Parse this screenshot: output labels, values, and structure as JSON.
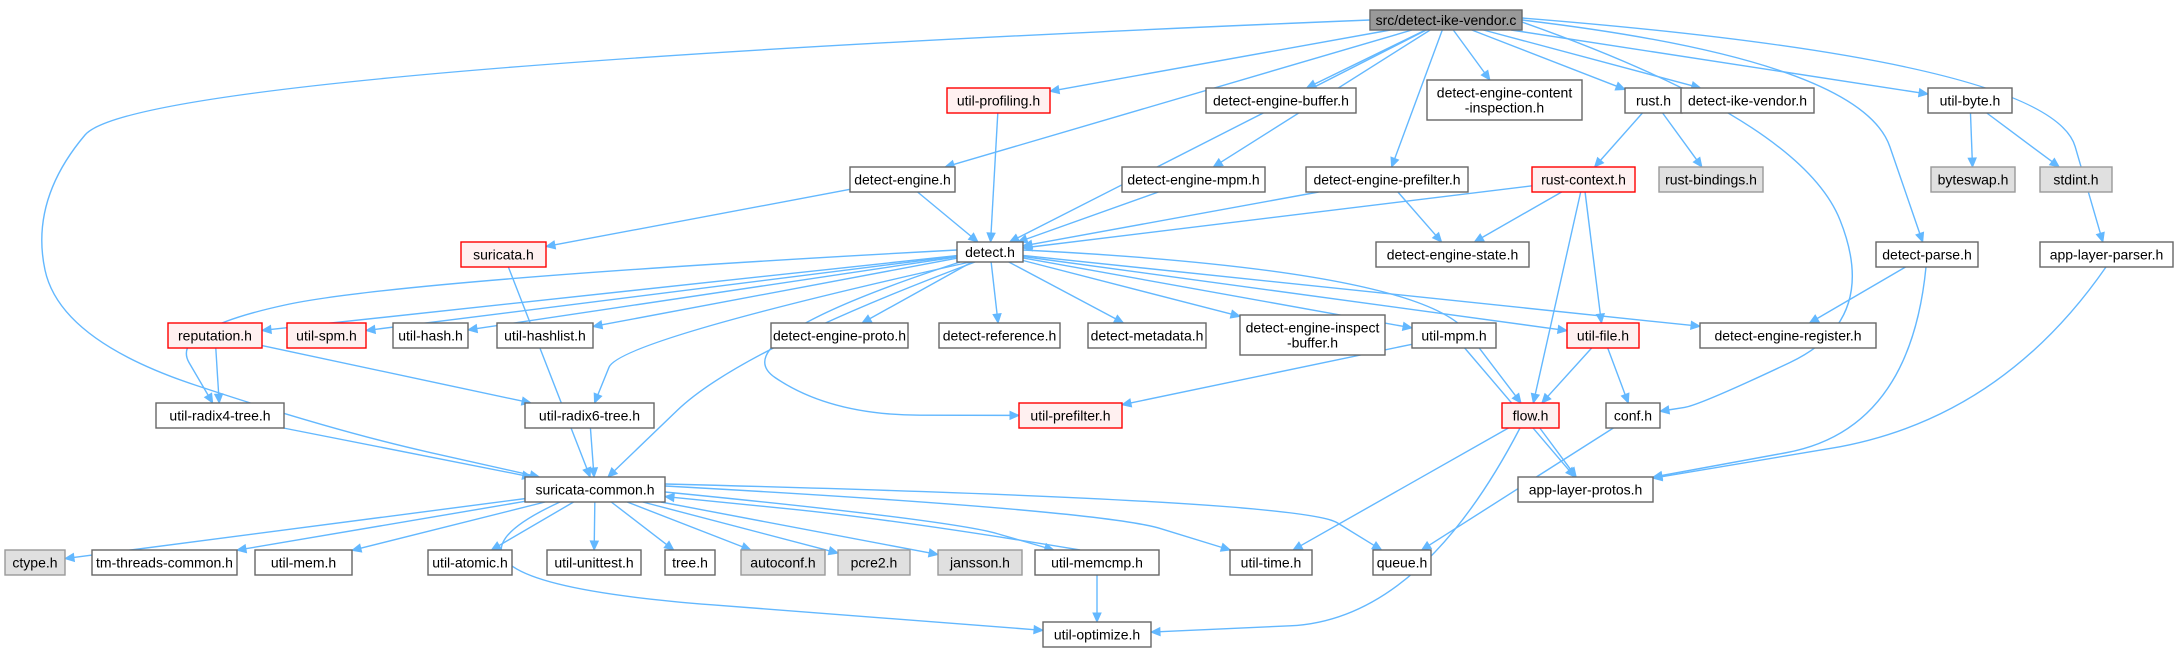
{
  "diagram": {
    "colors": {
      "edge": "#63b8ff",
      "root_fill": "#999999",
      "root_stroke": "#666666",
      "normal_fill": "#ffffff",
      "normal_stroke": "#666666",
      "truncated_fill": "#fff0f0",
      "truncated_stroke": "#ff0000",
      "system_fill": "#e0e0e0",
      "system_stroke": "#999999"
    },
    "nodes": [
      {
        "id": "root",
        "lines": [
          "src/detect-ike-vendor.c"
        ],
        "kind": "root"
      },
      {
        "id": "util_profiling",
        "lines": [
          "util-profiling.h"
        ],
        "kind": "truncated"
      },
      {
        "id": "detect_engine_buffer",
        "lines": [
          "detect-engine-buffer.h"
        ],
        "kind": "normal"
      },
      {
        "id": "detect_engine_content",
        "lines": [
          "detect-engine-content",
          "-inspection.h"
        ],
        "kind": "normal"
      },
      {
        "id": "rust",
        "lines": [
          "rust.h"
        ],
        "kind": "normal"
      },
      {
        "id": "detect_ike_vendor",
        "lines": [
          "detect-ike-vendor.h"
        ],
        "kind": "normal"
      },
      {
        "id": "util_byte",
        "lines": [
          "util-byte.h"
        ],
        "kind": "normal"
      },
      {
        "id": "detect_engine",
        "lines": [
          "detect-engine.h"
        ],
        "kind": "normal"
      },
      {
        "id": "detect_engine_mpm",
        "lines": [
          "detect-engine-mpm.h"
        ],
        "kind": "normal"
      },
      {
        "id": "detect_engine_prefilter",
        "lines": [
          "detect-engine-prefilter.h"
        ],
        "kind": "normal"
      },
      {
        "id": "rust_context",
        "lines": [
          "rust-context.h"
        ],
        "kind": "truncated"
      },
      {
        "id": "rust_bindings",
        "lines": [
          "rust-bindings.h"
        ],
        "kind": "system"
      },
      {
        "id": "byteswap",
        "lines": [
          "byteswap.h"
        ],
        "kind": "system"
      },
      {
        "id": "stdint",
        "lines": [
          "stdint.h"
        ],
        "kind": "system"
      },
      {
        "id": "suricata",
        "lines": [
          "suricata.h"
        ],
        "kind": "truncated"
      },
      {
        "id": "detect",
        "lines": [
          "detect.h"
        ],
        "kind": "normal"
      },
      {
        "id": "detect_engine_state",
        "lines": [
          "detect-engine-state.h"
        ],
        "kind": "normal"
      },
      {
        "id": "detect_parse",
        "lines": [
          "detect-parse.h"
        ],
        "kind": "normal"
      },
      {
        "id": "app_layer_parser",
        "lines": [
          "app-layer-parser.h"
        ],
        "kind": "normal"
      },
      {
        "id": "reputation",
        "lines": [
          "reputation.h"
        ],
        "kind": "truncated"
      },
      {
        "id": "util_spm",
        "lines": [
          "util-spm.h"
        ],
        "kind": "truncated"
      },
      {
        "id": "util_hash",
        "lines": [
          "util-hash.h"
        ],
        "kind": "normal"
      },
      {
        "id": "util_hashlist",
        "lines": [
          "util-hashlist.h"
        ],
        "kind": "normal"
      },
      {
        "id": "detect_engine_proto",
        "lines": [
          "detect-engine-proto.h"
        ],
        "kind": "normal"
      },
      {
        "id": "detect_reference",
        "lines": [
          "detect-reference.h"
        ],
        "kind": "normal"
      },
      {
        "id": "detect_metadata",
        "lines": [
          "detect-metadata.h"
        ],
        "kind": "normal"
      },
      {
        "id": "detect_engine_inspect_buffer",
        "lines": [
          "detect-engine-inspect",
          "-buffer.h"
        ],
        "kind": "normal"
      },
      {
        "id": "util_mpm",
        "lines": [
          "util-mpm.h"
        ],
        "kind": "normal"
      },
      {
        "id": "util_file",
        "lines": [
          "util-file.h"
        ],
        "kind": "truncated"
      },
      {
        "id": "detect_engine_register",
        "lines": [
          "detect-engine-register.h"
        ],
        "kind": "normal"
      },
      {
        "id": "util_radix4_tree",
        "lines": [
          "util-radix4-tree.h"
        ],
        "kind": "normal"
      },
      {
        "id": "util_radix6_tree",
        "lines": [
          "util-radix6-tree.h"
        ],
        "kind": "normal"
      },
      {
        "id": "util_prefilter",
        "lines": [
          "util-prefilter.h"
        ],
        "kind": "truncated"
      },
      {
        "id": "flow",
        "lines": [
          "flow.h"
        ],
        "kind": "truncated"
      },
      {
        "id": "conf",
        "lines": [
          "conf.h"
        ],
        "kind": "normal"
      },
      {
        "id": "suricata_common",
        "lines": [
          "suricata-common.h"
        ],
        "kind": "normal"
      },
      {
        "id": "app_layer_protos",
        "lines": [
          "app-layer-protos.h"
        ],
        "kind": "normal"
      },
      {
        "id": "ctype",
        "lines": [
          "ctype.h"
        ],
        "kind": "system"
      },
      {
        "id": "tm_threads_common",
        "lines": [
          "tm-threads-common.h"
        ],
        "kind": "normal"
      },
      {
        "id": "util_mem",
        "lines": [
          "util-mem.h"
        ],
        "kind": "normal"
      },
      {
        "id": "util_atomic",
        "lines": [
          "util-atomic.h"
        ],
        "kind": "normal"
      },
      {
        "id": "util_unittest",
        "lines": [
          "util-unittest.h"
        ],
        "kind": "normal"
      },
      {
        "id": "tree",
        "lines": [
          "tree.h"
        ],
        "kind": "normal"
      },
      {
        "id": "autoconf",
        "lines": [
          "autoconf.h"
        ],
        "kind": "system"
      },
      {
        "id": "pcre2",
        "lines": [
          "pcre2.h"
        ],
        "kind": "system"
      },
      {
        "id": "jansson",
        "lines": [
          "jansson.h"
        ],
        "kind": "system"
      },
      {
        "id": "util_memcmp",
        "lines": [
          "util-memcmp.h"
        ],
        "kind": "normal"
      },
      {
        "id": "util_time",
        "lines": [
          "util-time.h"
        ],
        "kind": "normal"
      },
      {
        "id": "queue",
        "lines": [
          "queue.h"
        ],
        "kind": "normal"
      },
      {
        "id": "util_optimize",
        "lines": [
          "util-optimize.h"
        ],
        "kind": "normal"
      }
    ],
    "edges": [
      [
        "root",
        "util_profiling"
      ],
      [
        "root",
        "detect_engine_buffer"
      ],
      [
        "root",
        "detect_engine_content"
      ],
      [
        "root",
        "rust"
      ],
      [
        "root",
        "detect_ike_vendor"
      ],
      [
        "root",
        "util_byte"
      ],
      [
        "root",
        "detect_engine"
      ],
      [
        "root",
        "detect_engine_mpm"
      ],
      [
        "root",
        "detect_engine_prefilter"
      ],
      [
        "root",
        "detect"
      ],
      [
        "root",
        "suricata_common"
      ],
      [
        "root",
        "detect_parse"
      ],
      [
        "root",
        "app_layer_parser"
      ],
      [
        "root",
        "conf"
      ],
      [
        "util_profiling",
        "detect"
      ],
      [
        "rust",
        "rust_context"
      ],
      [
        "rust",
        "rust_bindings"
      ],
      [
        "util_byte",
        "byteswap"
      ],
      [
        "util_byte",
        "stdint"
      ],
      [
        "detect_engine",
        "detect"
      ],
      [
        "detect_engine",
        "suricata"
      ],
      [
        "detect_engine_mpm",
        "detect"
      ],
      [
        "detect_engine_prefilter",
        "detect"
      ],
      [
        "detect_engine_prefilter",
        "detect_engine_state"
      ],
      [
        "rust_context",
        "detect"
      ],
      [
        "rust_context",
        "detect_engine_state"
      ],
      [
        "rust_context",
        "util_file"
      ],
      [
        "rust_context",
        "flow"
      ],
      [
        "suricata",
        "suricata_common"
      ],
      [
        "detect_parse",
        "detect_engine_register"
      ],
      [
        "detect_parse",
        "app_layer_protos"
      ],
      [
        "app_layer_parser",
        "app_layer_protos"
      ],
      [
        "detect",
        "reputation"
      ],
      [
        "detect",
        "util_spm"
      ],
      [
        "detect",
        "util_hash"
      ],
      [
        "detect",
        "util_hashlist"
      ],
      [
        "detect",
        "detect_engine_proto"
      ],
      [
        "detect",
        "detect_reference"
      ],
      [
        "detect",
        "detect_metadata"
      ],
      [
        "detect",
        "detect_engine_inspect_buffer"
      ],
      [
        "detect",
        "util_mpm"
      ],
      [
        "detect",
        "util_file"
      ],
      [
        "detect",
        "detect_engine_register"
      ],
      [
        "detect",
        "util_radix4_tree"
      ],
      [
        "detect",
        "util_radix6_tree"
      ],
      [
        "detect",
        "util_prefilter"
      ],
      [
        "detect",
        "flow"
      ],
      [
        "detect",
        "suricata_common"
      ],
      [
        "reputation",
        "util_radix4_tree"
      ],
      [
        "reputation",
        "util_radix6_tree"
      ],
      [
        "util_mpm",
        "util_prefilter"
      ],
      [
        "util_mpm",
        "app_layer_protos"
      ],
      [
        "util_file",
        "flow"
      ],
      [
        "util_file",
        "conf"
      ],
      [
        "util_radix4_tree",
        "suricata_common"
      ],
      [
        "util_radix6_tree",
        "suricata_common"
      ],
      [
        "flow",
        "app_layer_protos"
      ],
      [
        "flow",
        "util_time"
      ],
      [
        "flow",
        "util_optimize"
      ],
      [
        "conf",
        "queue"
      ],
      [
        "suricata_common",
        "ctype"
      ],
      [
        "suricata_common",
        "tm_threads_common"
      ],
      [
        "suricata_common",
        "util_mem"
      ],
      [
        "suricata_common",
        "util_atomic"
      ],
      [
        "suricata_common",
        "util_unittest"
      ],
      [
        "suricata_common",
        "tree"
      ],
      [
        "suricata_common",
        "autoconf"
      ],
      [
        "suricata_common",
        "pcre2"
      ],
      [
        "suricata_common",
        "jansson"
      ],
      [
        "suricata_common",
        "util_memcmp"
      ],
      [
        "suricata_common",
        "util_time"
      ],
      [
        "suricata_common",
        "queue"
      ],
      [
        "suricata_common",
        "util_optimize"
      ],
      [
        "util_memcmp",
        "util_optimize"
      ],
      [
        "util_memcmp",
        "suricata_common"
      ]
    ]
  }
}
